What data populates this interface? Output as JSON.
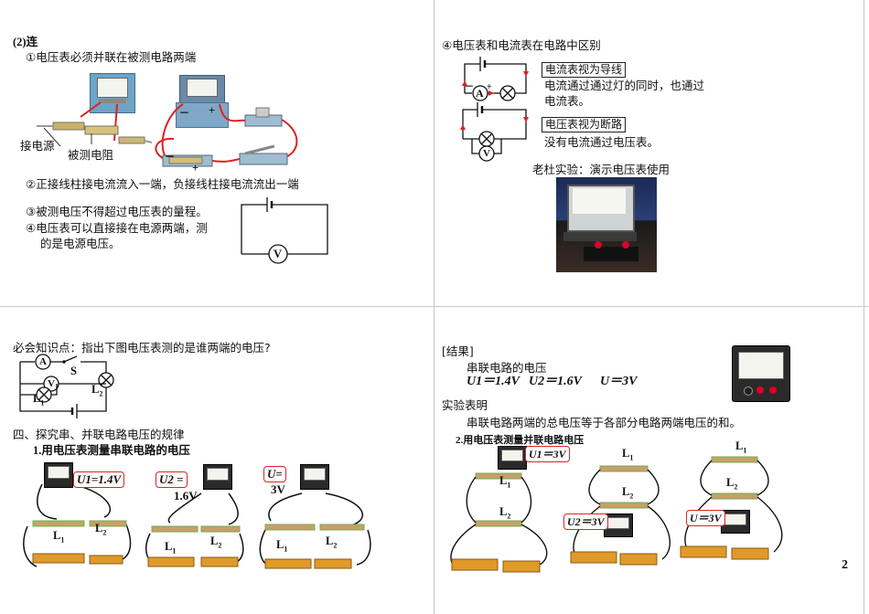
{
  "page_number": "2",
  "q1": {
    "heading": "(2)连",
    "rule1": "①电压表必须并联在被测电路两端",
    "label_power": "接电源",
    "label_resistor": "被测电阻",
    "rule2": "②正接线柱接电流流入一端，负接线柱接电流流出一端",
    "rule3": "③被测电压不得超过电压表的量程。",
    "rule4_line1": "④电压表可以直接接在电源两端，测",
    "rule4_line2": "的是电源电压。",
    "meter_symbol": "V",
    "minus": "－",
    "plus": "+"
  },
  "q2": {
    "heading": "④电压表和电流表在电路中区别",
    "ammeter_box": "电流表视为导线",
    "ammeter_desc1": "电流通过通过灯的同时，也通过",
    "ammeter_desc2": "电流表。",
    "voltmeter_box": "电压表视为断路",
    "voltmeter_desc": "没有电流通过电压表。",
    "demo_caption": "老杜实验：演示电压表使用",
    "a_symbol": "A",
    "v_symbol": "V",
    "minus": "－",
    "plus": "+"
  },
  "q3": {
    "question": "必会知识点：指出下图电压表测的是谁两端的电压?",
    "s_label": "S",
    "l1_label": "L",
    "l1_sub": "1",
    "l2_label": "L",
    "l2_sub": "2",
    "a_symbol": "A",
    "v_symbol": "V",
    "section_title": "四、探究串、并联电路电压的规律",
    "sub_title": "1.用电压表测量串联电路的电压",
    "box1": "U1=1.4V",
    "box2_line1": "U2 =",
    "box2_line2": "1.6V",
    "box3_line1": "U=",
    "box3_line2": "3V"
  },
  "q4": {
    "result_label": "[结果]",
    "series_voltage": "串联电路的电压",
    "u1": "U1＝1.4V",
    "u2": "U2＝1.6V",
    "u_total": "U＝3V",
    "experiment_shows": "实验表明",
    "conclusion": "串联电路两端的总电压等于各部分电路两端电压的和。",
    "sub_title": "2.用电压表测量并联电路电压",
    "box1": "U1＝3V",
    "box2": "U2＝3V",
    "box3": "U＝3V"
  }
}
